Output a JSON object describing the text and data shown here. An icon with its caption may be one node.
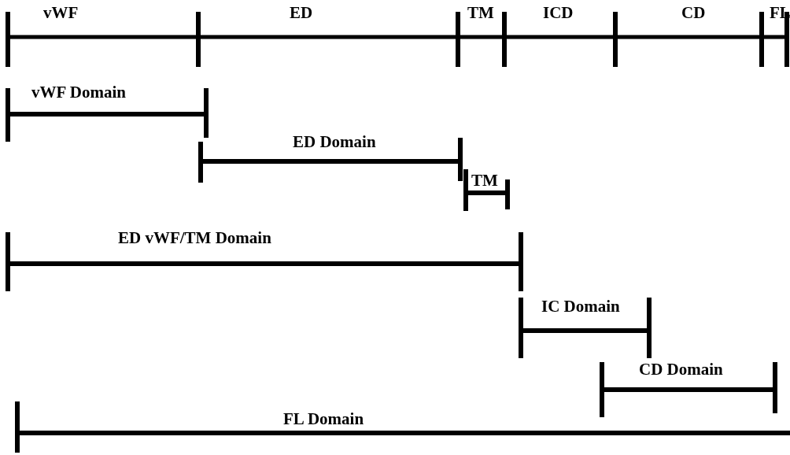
{
  "diagram": {
    "labels": [
      "vWF",
      "ED",
      "TM",
      "ICD",
      "CD",
      "FL",
      "vWF Domain",
      "ED Domain",
      "TM",
      "ED vWF/TM Domain",
      "IC Domain",
      "CD Domain",
      "FL Domain"
    ]
  }
}
